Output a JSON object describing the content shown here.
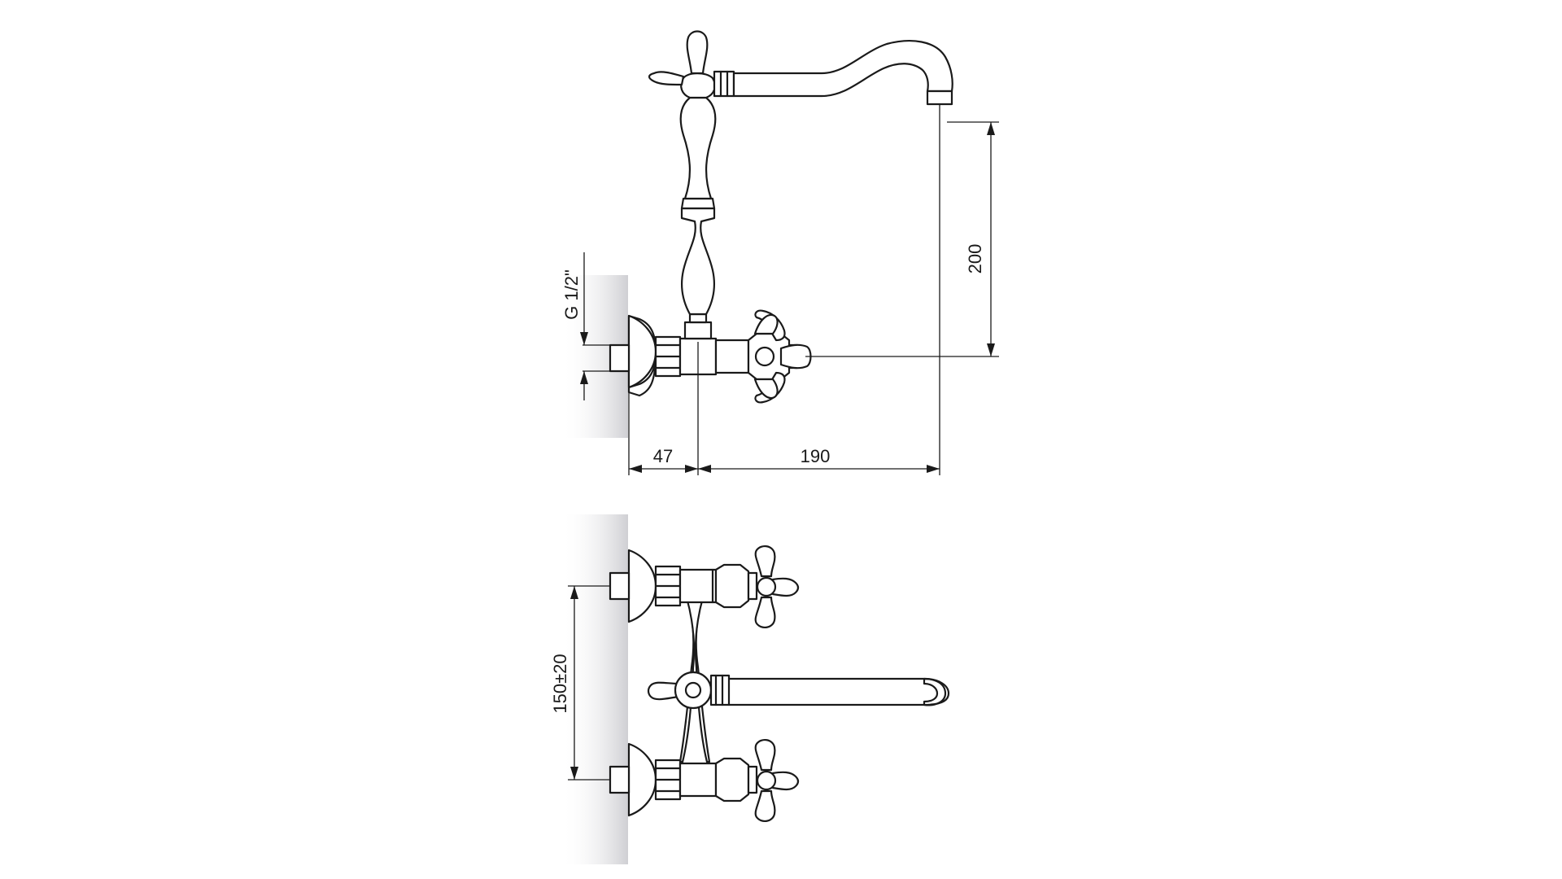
{
  "dimensions": {
    "spout_height": "200",
    "projection": "190",
    "wall_offset": "47",
    "connection_thread": "G 1/2\"",
    "inlet_spacing": "150±20"
  }
}
